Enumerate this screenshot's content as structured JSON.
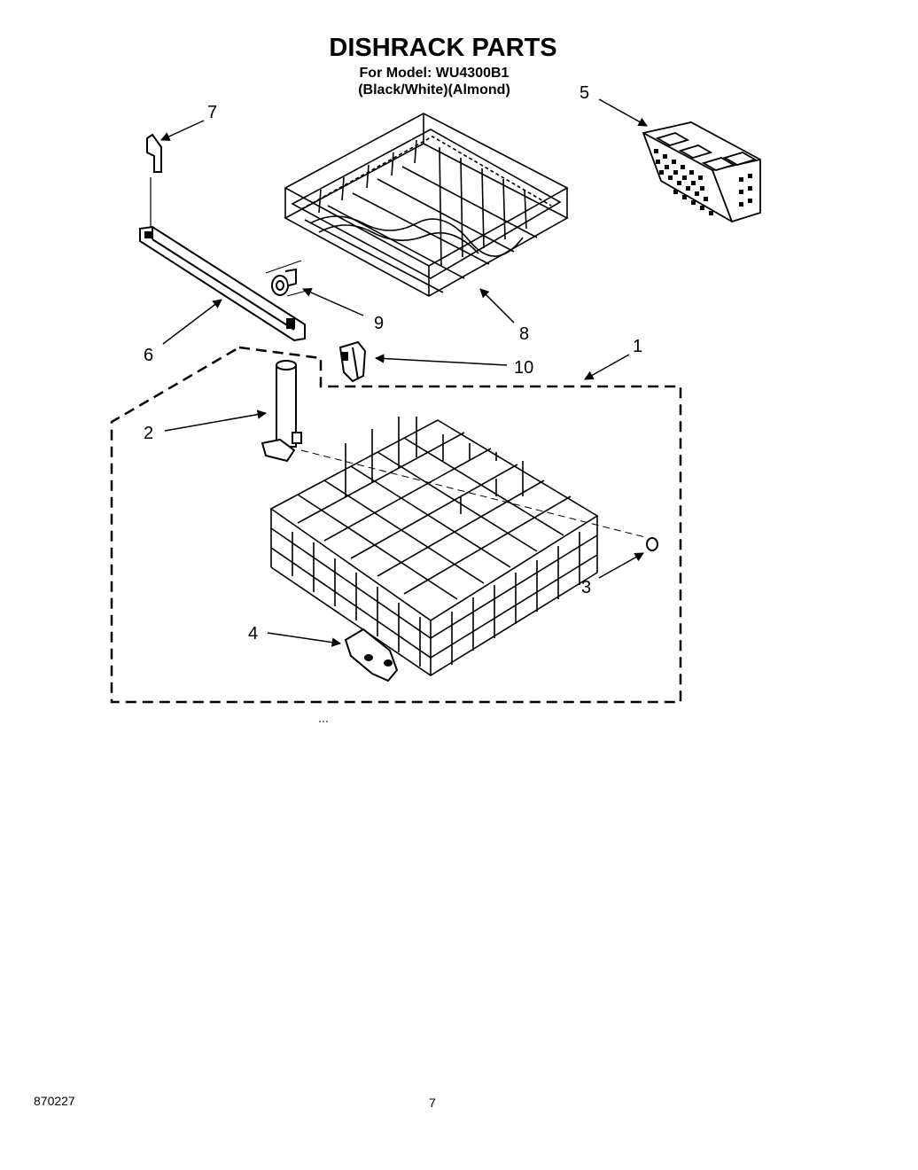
{
  "header": {
    "title": "DISHRACK PARTS",
    "model_line": "For Model: WU4300B1",
    "colors_line": "(Black/White)(Almond)"
  },
  "callouts": {
    "c1": "1",
    "c2": "2",
    "c3": "3",
    "c4": "4",
    "c5": "5",
    "c6": "6",
    "c7": "7",
    "c8": "8",
    "c9": "9",
    "c10": "10"
  },
  "footer": {
    "doc_number": "870227",
    "page_number": "7"
  }
}
